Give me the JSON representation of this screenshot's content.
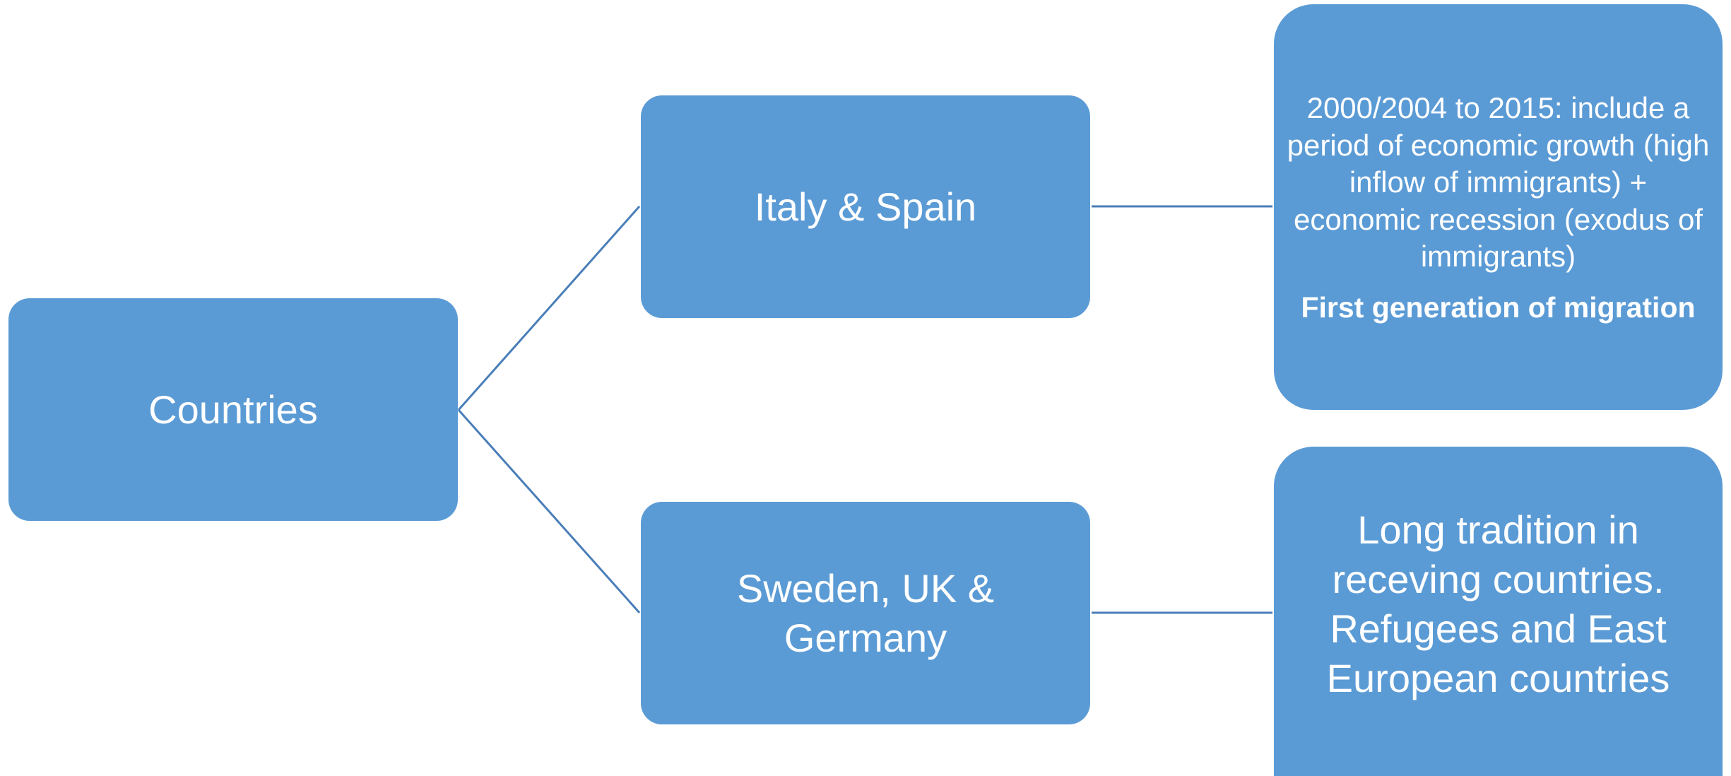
{
  "nodes": {
    "root": "Countries",
    "branch_1": "Italy & Spain",
    "branch_2": "Sweden, UK & Germany",
    "detail_1": {
      "text": "2000/2004 to 2015: include a period of economic growth (high inflow of immigrants) + economic recession (exodus of immigrants)",
      "emphasis": "First generation of migration"
    },
    "detail_2": "Long tradition in receving countries. Refugees and East European countries"
  },
  "colors": {
    "box_fill": "#5b9bd5",
    "connector": "#4a7eb8",
    "text": "#ffffff"
  }
}
